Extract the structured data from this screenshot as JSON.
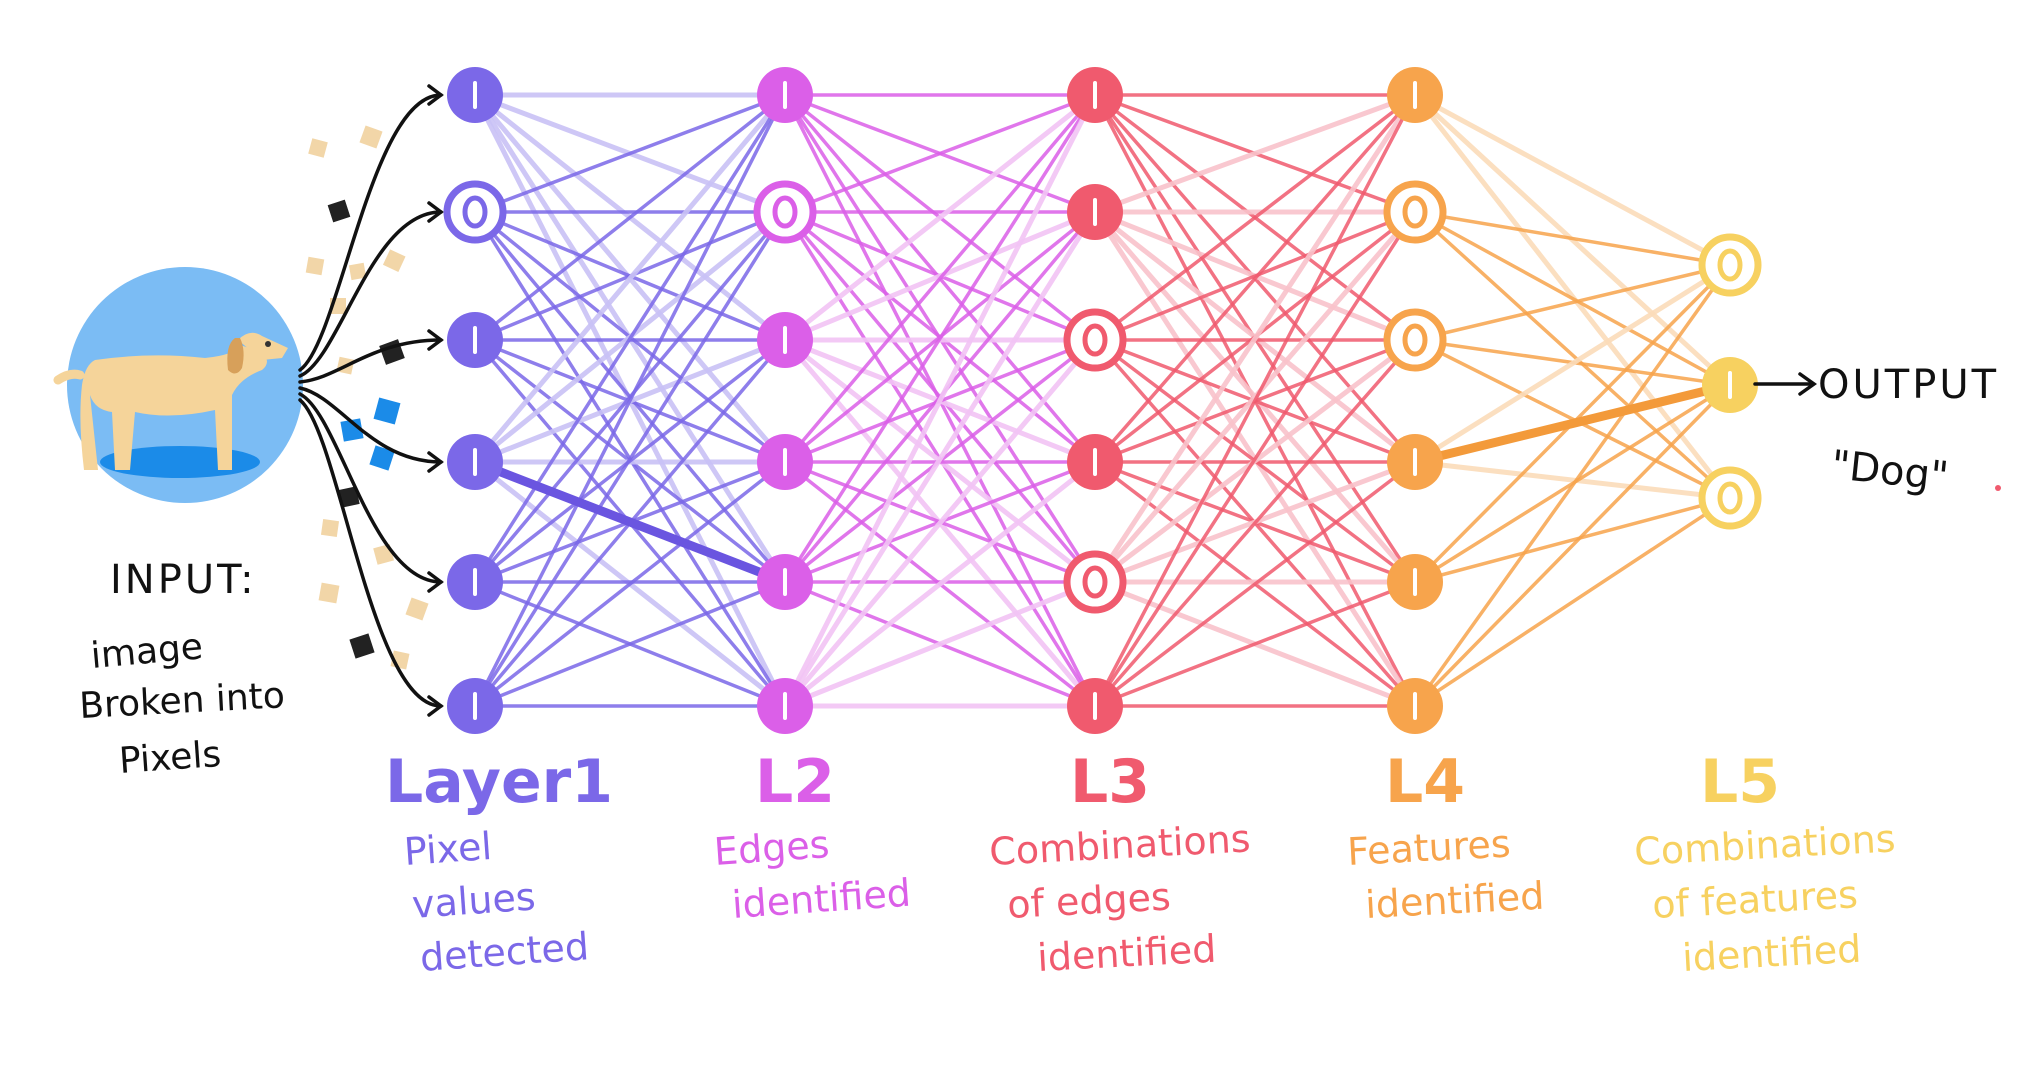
{
  "diagram": {
    "input": {
      "heading": "INPUT:",
      "lines": [
        "image",
        "Broken into",
        "Pixels"
      ]
    },
    "output": {
      "heading": "OUTPUT",
      "value": "\"Dog\""
    },
    "layers": [
      {
        "title": "Layer1",
        "lines": [
          "Pixel",
          "values",
          "detected"
        ],
        "color": "#7b68e8",
        "light": "#c9c2f6",
        "nodes": 6,
        "hollow": [
          1
        ]
      },
      {
        "title": "L2",
        "lines": [
          "Edges",
          "identified"
        ],
        "color": "#db5fe8",
        "light": "#f2c4f5",
        "nodes": 6,
        "hollow": [
          1
        ]
      },
      {
        "title": "L3",
        "lines": [
          "Combinations",
          "of edges",
          "identified"
        ],
        "color": "#f05a6e",
        "light": "#f9c3cb",
        "nodes": 6,
        "hollow": [
          2,
          4
        ]
      },
      {
        "title": "L4",
        "lines": [
          "Features",
          "identified"
        ],
        "color": "#f7a44c",
        "light": "#fbdcba",
        "nodes": 6,
        "hollow": [
          1,
          2
        ]
      },
      {
        "title": "L5",
        "lines": [
          "Combinations",
          "of features",
          "identified"
        ],
        "color": "#f7d160",
        "light": "#fbe9b0",
        "nodes": 3,
        "hollow": [
          0,
          2
        ]
      }
    ],
    "colors": {
      "input_circle": "#7bbcf4",
      "shadow": "#1b8be8",
      "dog_body": "#f5d49a",
      "dog_ear": "#d7a05a",
      "pixel_tan": "#f2d6a8",
      "pixel_blue": "#1b8be8",
      "pixel_dark": "#222222"
    }
  }
}
